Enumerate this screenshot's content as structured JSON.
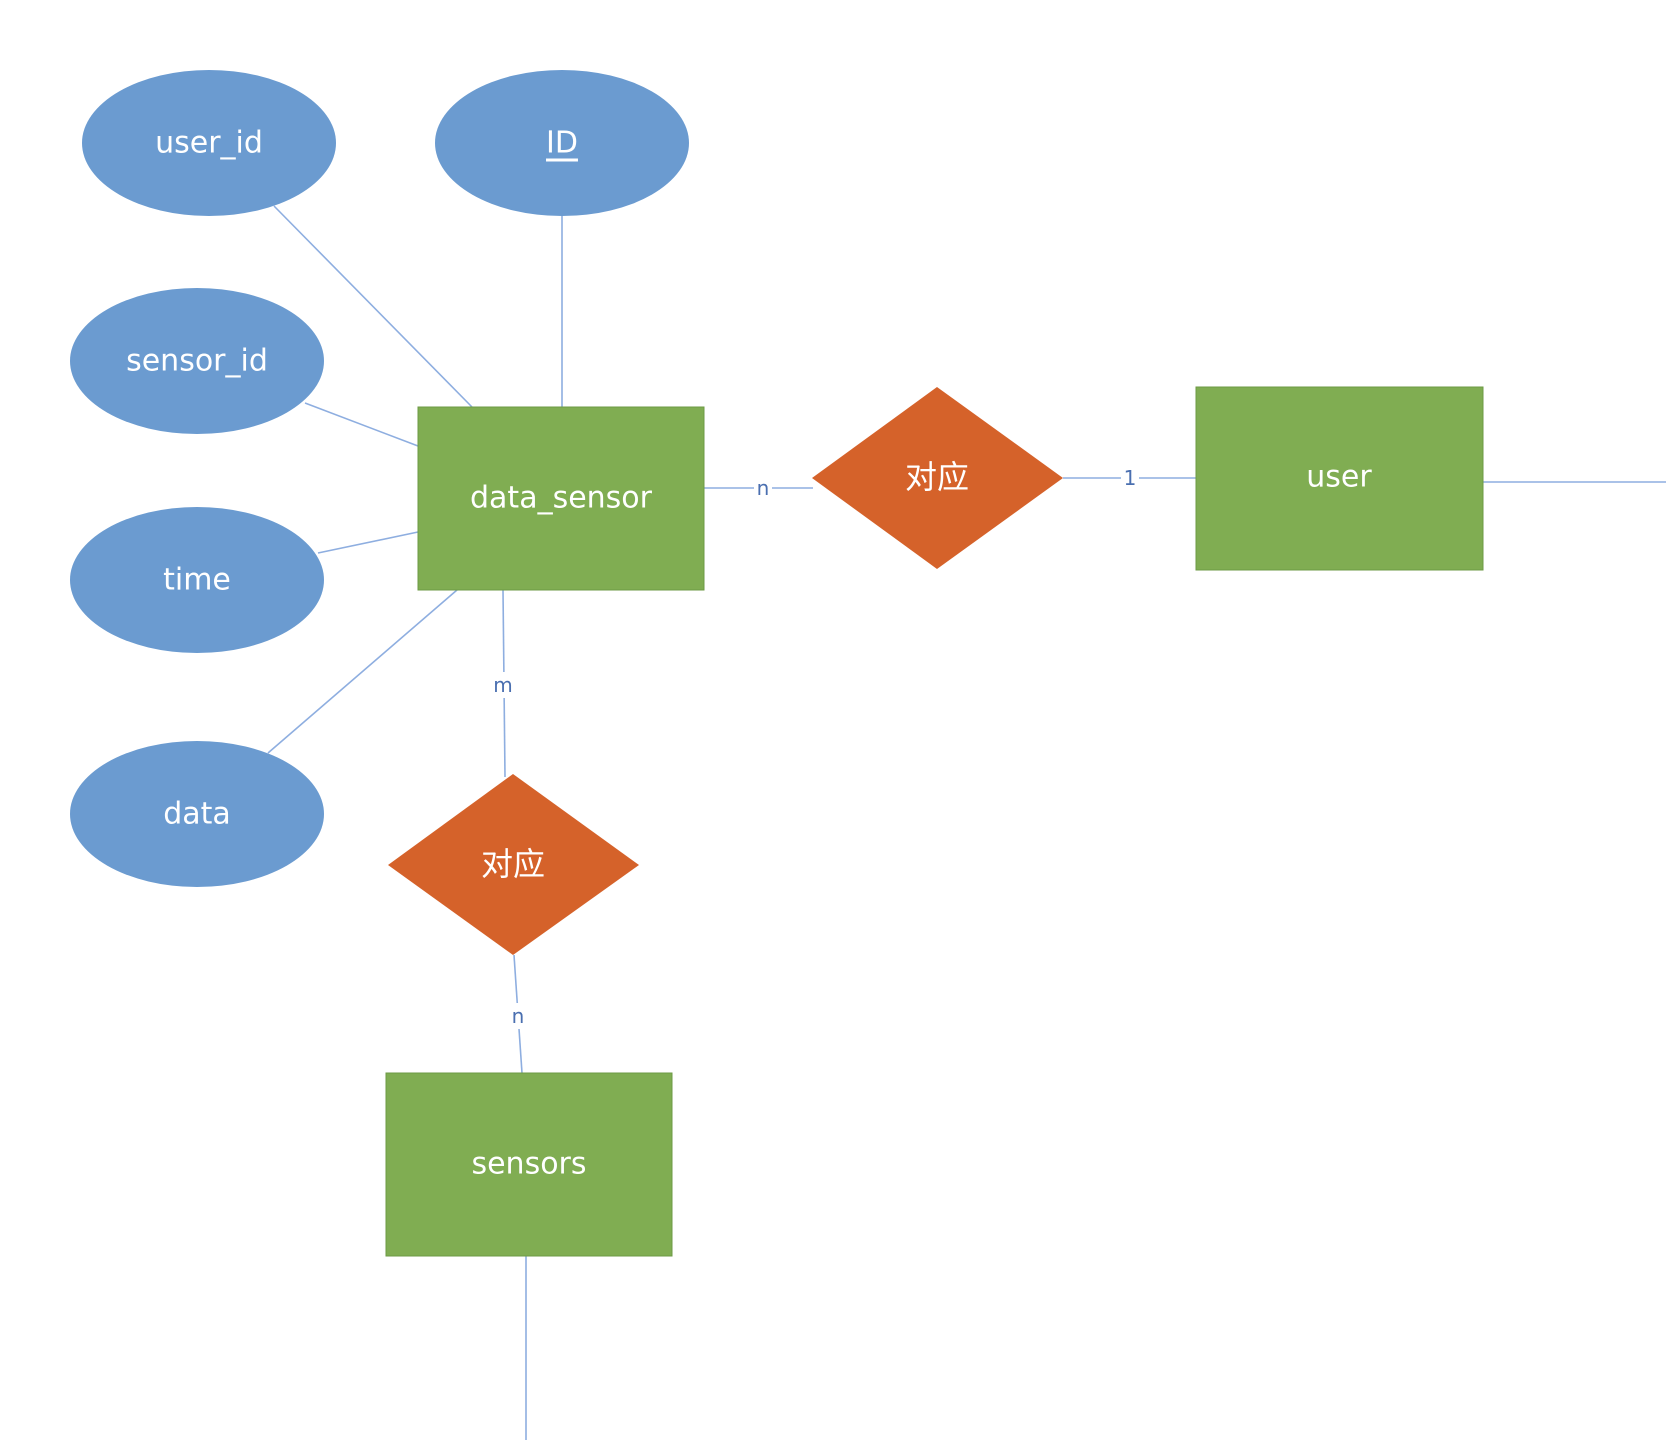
{
  "colors": {
    "attribute_fill": "#6b9bd0",
    "entity_fill": "#80ad52",
    "relationship_fill": "#d5622a",
    "connector": "#8eaee0",
    "text": "#ffffff",
    "cardinality_text": "#4a6fb0"
  },
  "attributes": {
    "user_id": "user_id",
    "id": "ID",
    "sensor_id": "sensor_id",
    "time": "time",
    "data": "data"
  },
  "entities": {
    "data_sensor": "data_sensor",
    "user": "user",
    "sensors": "sensors"
  },
  "relationships": {
    "user_link": "对应",
    "sensors_link": "对应"
  },
  "cardinalities": {
    "data_sensor_to_user_rel": "n",
    "user_rel_to_user": "1",
    "data_sensor_to_sensors_rel": "m",
    "sensors_rel_to_sensors": "n"
  }
}
